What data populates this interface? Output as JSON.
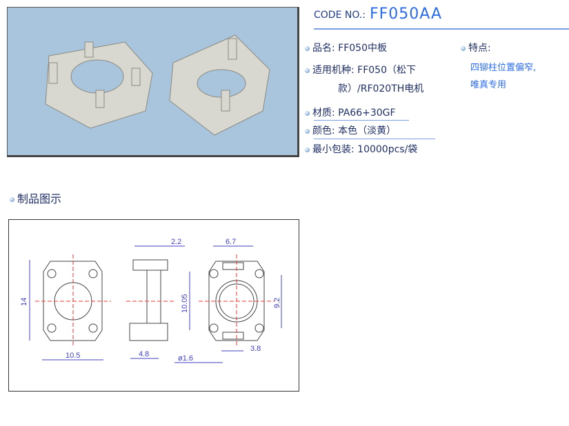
{
  "header": {
    "code_label": "CODE NO.:",
    "code_value": "FF050AA"
  },
  "specs": [
    {
      "label": "品名:",
      "value": "FF050中板"
    },
    {
      "label": "适用机种:",
      "value": "FF050（松下"
    },
    {
      "label": "",
      "value": "款）/RF020TH电机"
    },
    {
      "label": "材质:",
      "value": "PA66+30GF"
    },
    {
      "label": "颜色:",
      "value": "本色（淡黄）"
    },
    {
      "label": "最小包装:",
      "value": "10000pcs/袋"
    }
  ],
  "features": {
    "label": "特点:",
    "lines": [
      "四铆柱位置偏窄,",
      "唯真专用"
    ]
  },
  "section": {
    "title": "制品图示"
  },
  "dims": {
    "h1": "14",
    "w1": "10.5",
    "t": "2.2",
    "w2": "4.8",
    "top": "6.7",
    "h3": "10.05",
    "h4": "9.2",
    "bot": "3.8",
    "dia": "ø1.6"
  }
}
